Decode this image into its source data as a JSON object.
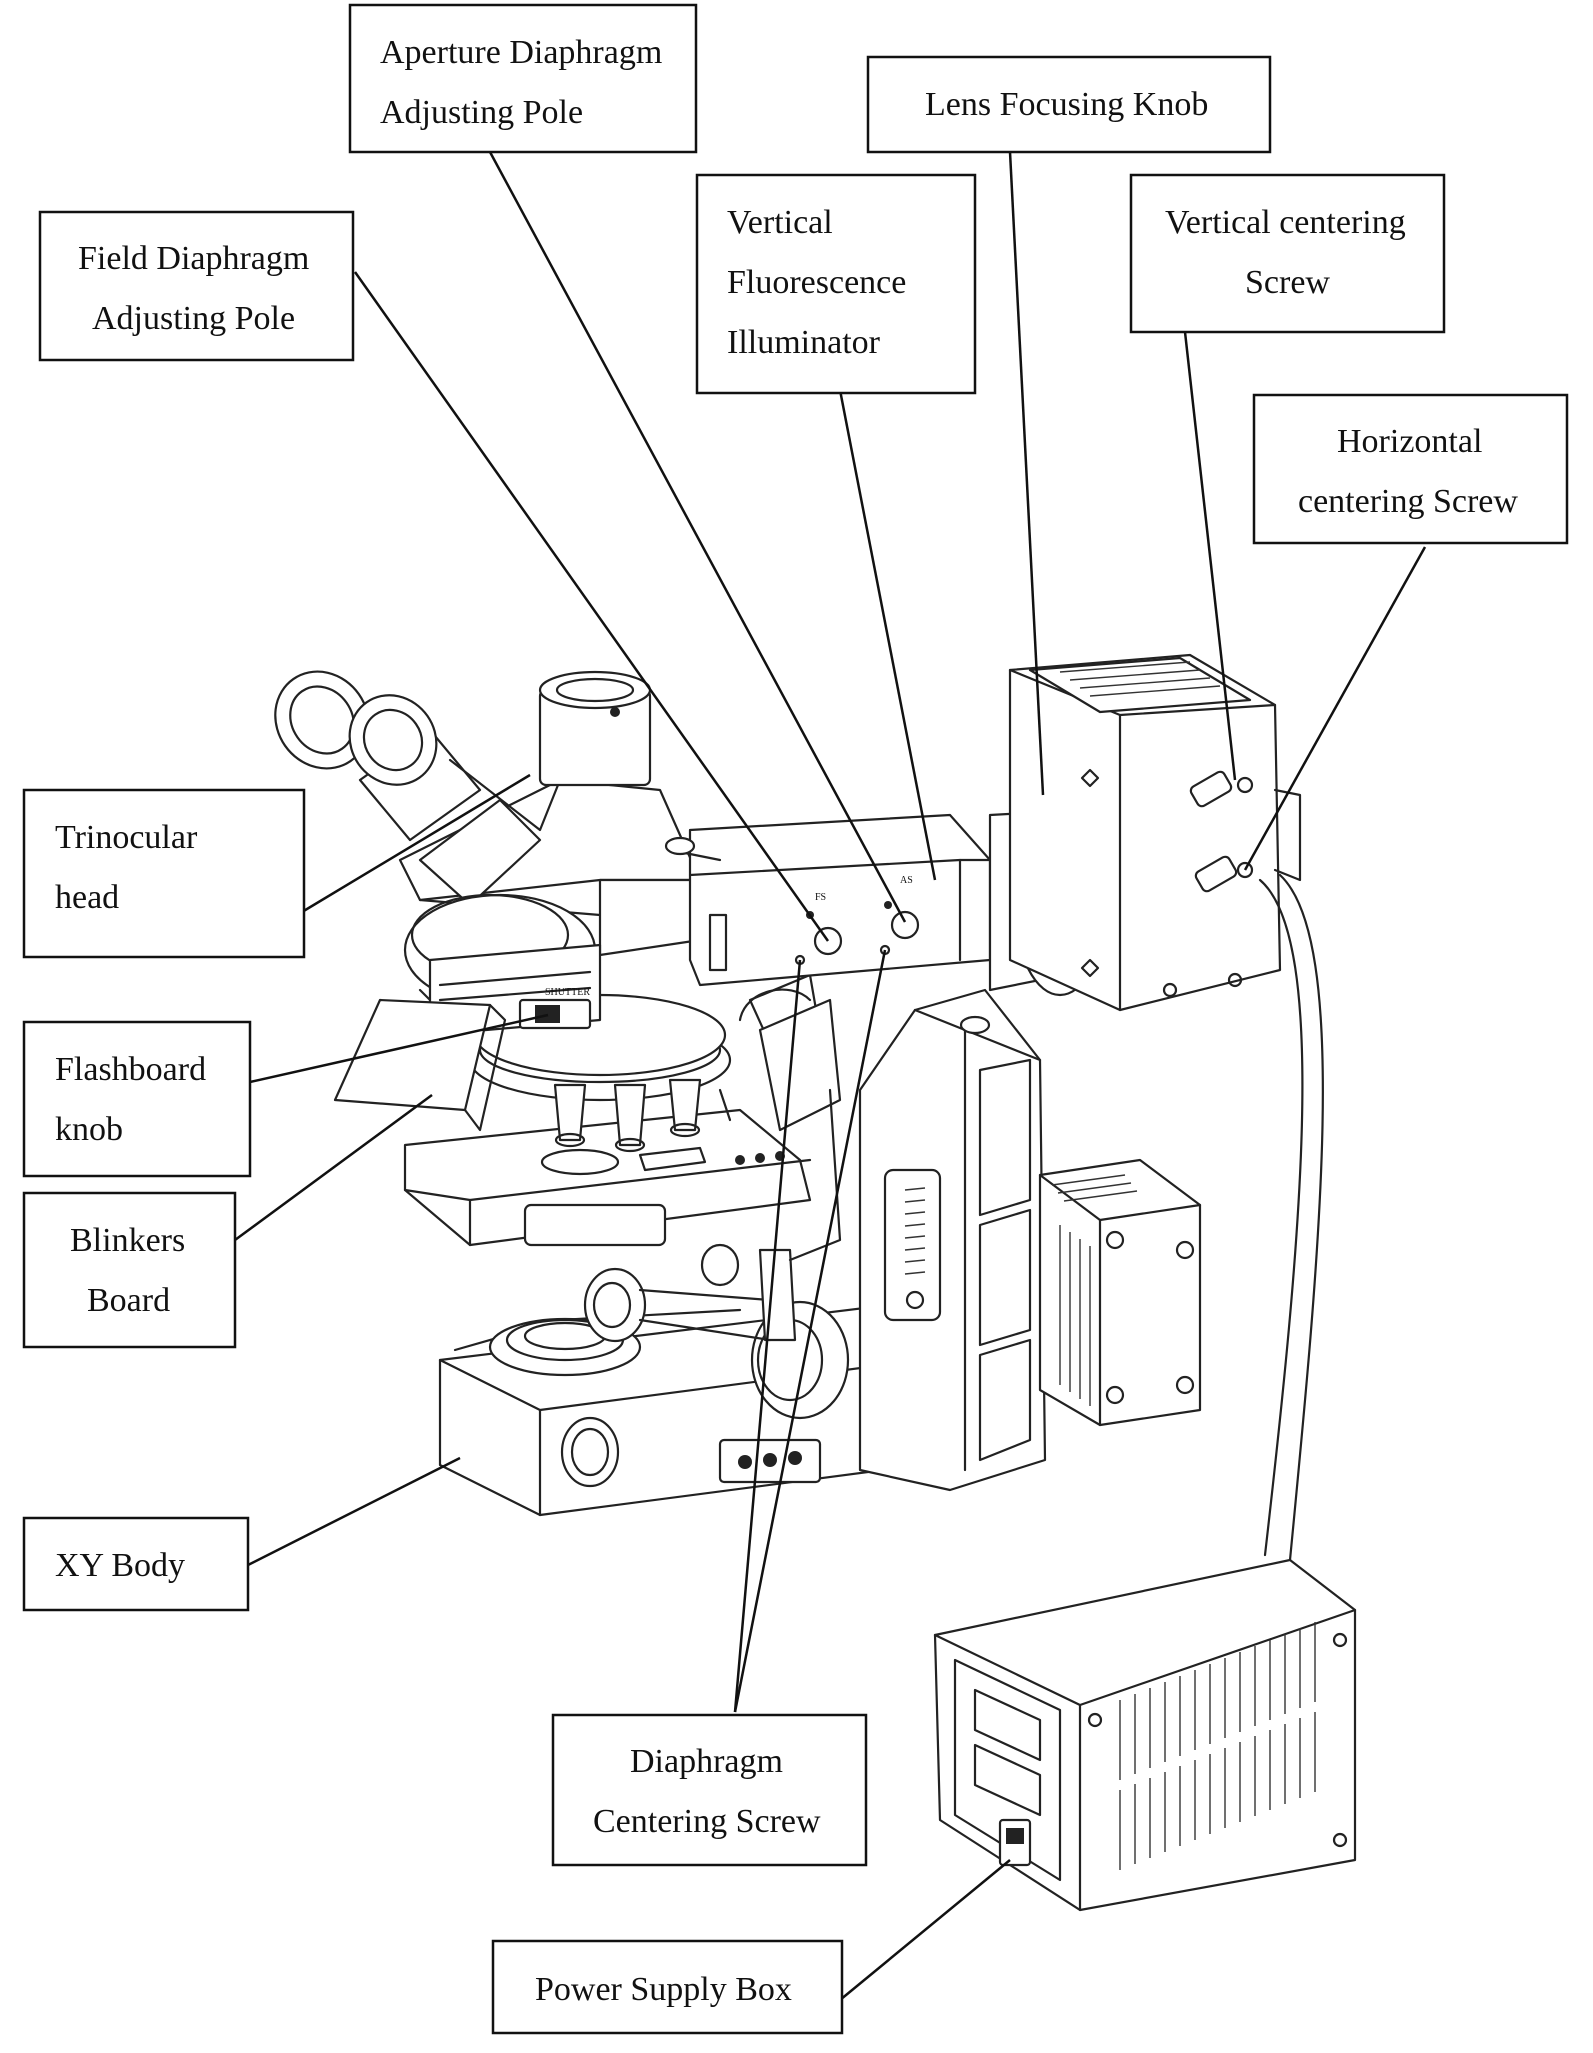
{
  "labels": {
    "aperture_diaphragm_adjusting_pole": [
      "Aperture Diaphragm",
      "Adjusting Pole"
    ],
    "lens_focusing_knob": [
      "Lens Focusing Knob"
    ],
    "field_diaphragm_adjusting_pole": [
      "Field Diaphragm",
      "Adjusting Pole"
    ],
    "vertical_fluorescence_illuminator": [
      "Vertical",
      "Fluorescence",
      "Illuminator"
    ],
    "vertical_centering_screw": [
      "Vertical centering",
      "Screw"
    ],
    "horizontal_centering_screw": [
      "Horizontal",
      "centering Screw"
    ],
    "trinocular_head": [
      "Trinocular",
      "head"
    ],
    "flashboard_knob": [
      "Flashboard",
      "knob"
    ],
    "blinkers_board": [
      "Blinkers",
      "Board"
    ],
    "xy_body": [
      "XY Body"
    ],
    "diaphragm_centering_screw": [
      "Diaphragm",
      "Centering Screw"
    ],
    "power_supply_box": [
      "Power Supply Box"
    ]
  },
  "markings": {
    "shutter": "SHUTTER",
    "fs": "FS",
    "as": "AS"
  }
}
